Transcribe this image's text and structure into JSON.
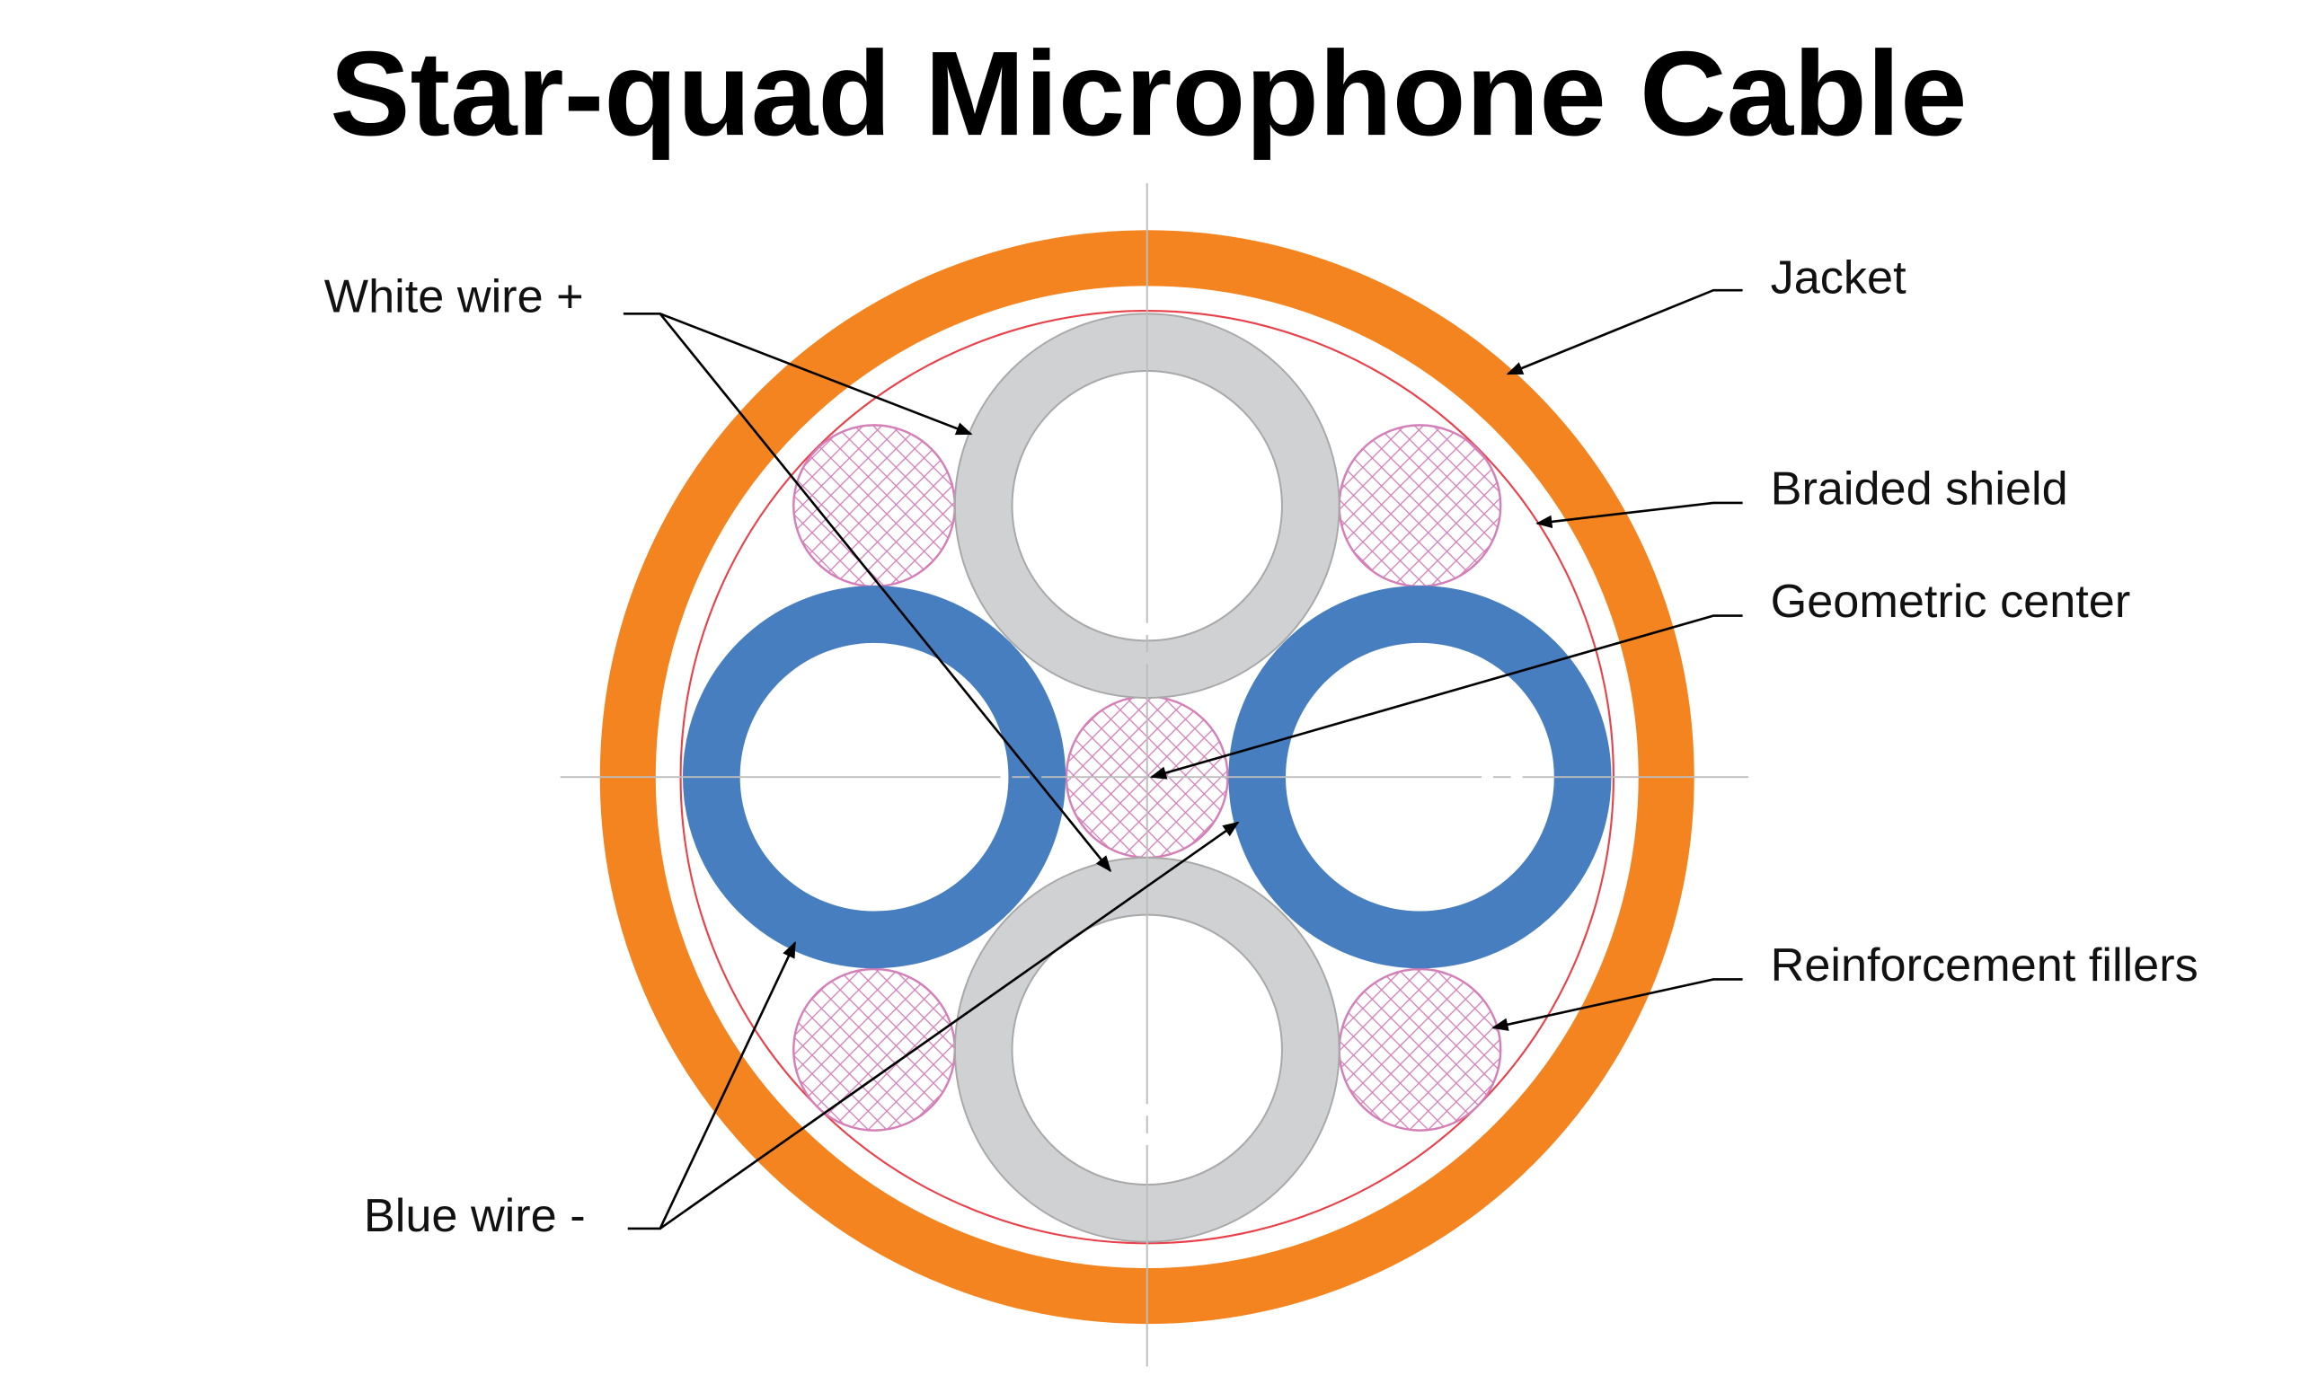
{
  "title": "Star-quad Microphone Cable",
  "labels": {
    "white_wire": "White wire +",
    "blue_wire": "Blue wire -",
    "jacket": "Jacket",
    "braided_shield": "Braided shield",
    "geometric_center": "Geometric center",
    "reinforcement_fillers": "Reinforcement fillers"
  },
  "colors": {
    "jacket": "#f38420",
    "shield": "#e8414a",
    "white_wire": "#d0d1d3",
    "blue_wire": "#477ebf",
    "filler": "#d47fb8"
  }
}
